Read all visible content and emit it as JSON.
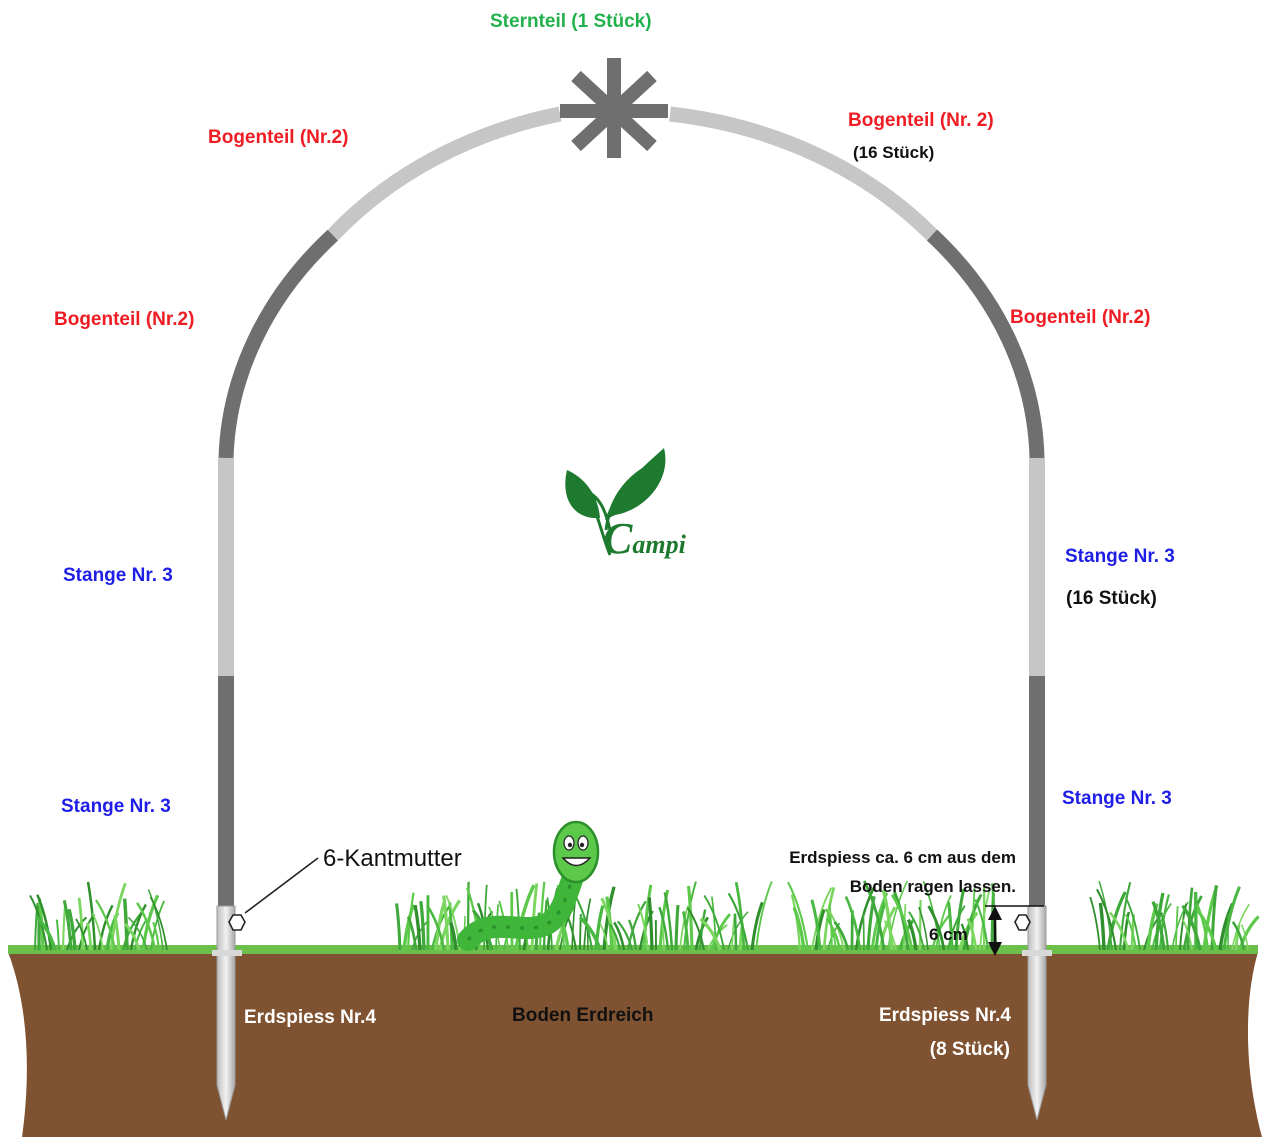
{
  "labels": {
    "star": "Sternteil  (1 Stück)",
    "arc_top_left": "Bogenteil (Nr.2)",
    "arc_top_right": "Bogenteil (Nr. 2)",
    "arc_count": "(16 Stück)",
    "arc_mid_left": "Bogenteil (Nr.2)",
    "arc_mid_right": "Bogenteil (Nr.2)",
    "pole_upper_left": "Stange Nr. 3",
    "pole_upper_right": "Stange Nr. 3",
    "pole_count": "(16 Stück)",
    "pole_lower_left": "Stange Nr. 3",
    "pole_lower_right": "Stange Nr. 3",
    "nut": "6-Kantmutter",
    "stake_note_line1": "Erdspiess ca. 6 cm aus dem",
    "stake_note_line2": "Boden  ragen lassen.",
    "measure": "6 cm",
    "stake_left": "Erdspiess Nr.4",
    "soil": "Boden Erdreich",
    "stake_right": "Erdspiess Nr.4",
    "stake_count": "(8 Stück)"
  },
  "logo": {
    "initial": "C",
    "rest": "ampi"
  },
  "colors": {
    "arc_part": "#ee1d23",
    "pole_part": "#1e1ee6",
    "star_part": "#22b14c",
    "soil": "#7f5231",
    "grass_line": "#6cbf4a",
    "tube_light": "#c9c9c9",
    "tube_dark": "#6f6f6f"
  }
}
